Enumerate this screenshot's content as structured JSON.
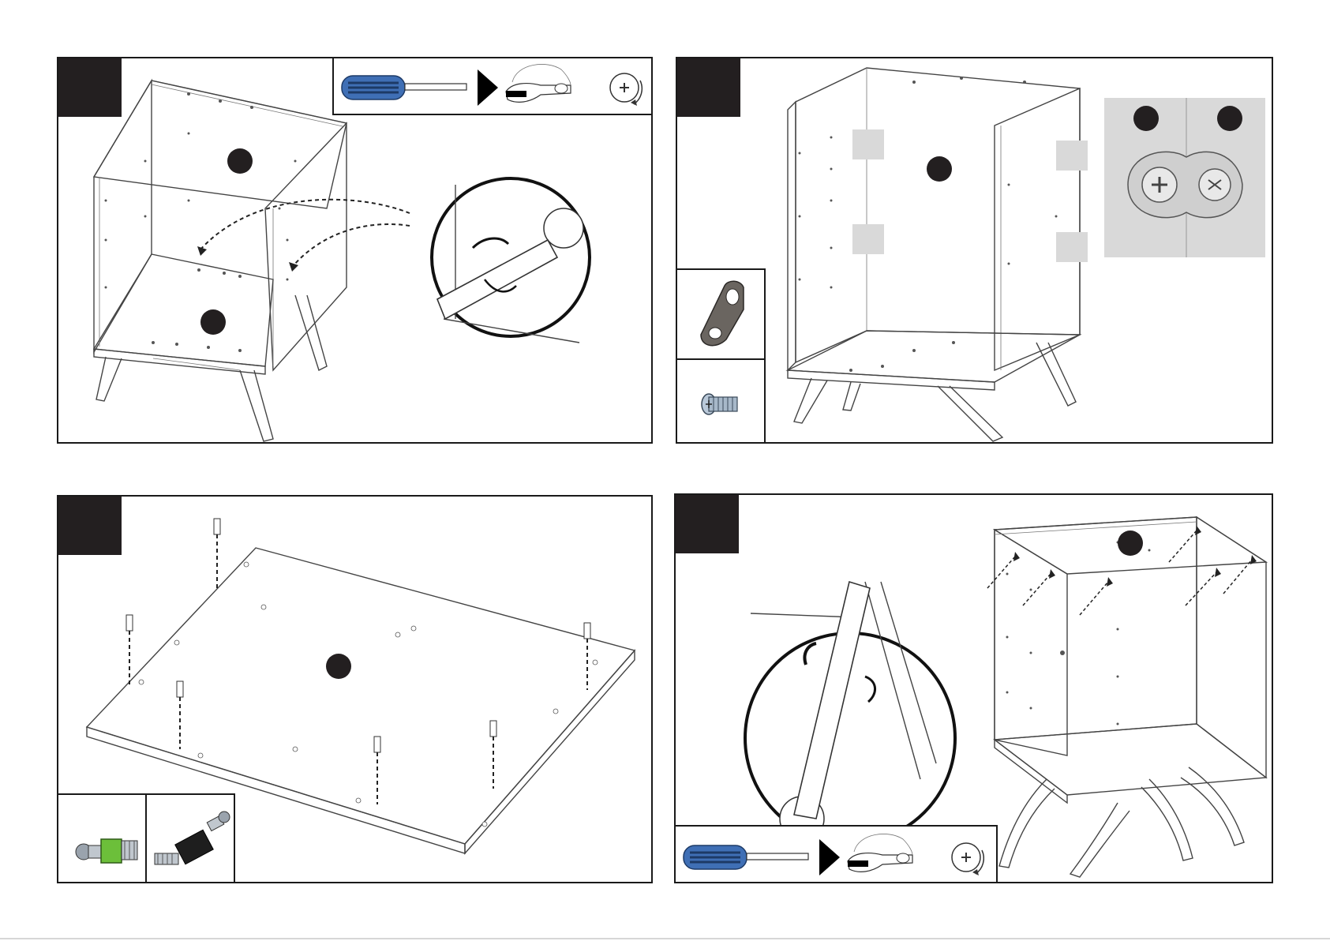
{
  "page": {
    "background": "#ffffff"
  },
  "colors": {
    "ink": "#231f20",
    "border": "#1a1a1a",
    "screwdriver_handle": "#3f6fb5",
    "highlight_box": "#d9d9d9",
    "cam_bolt_green": "#6cbf3a",
    "bracket_metal": "#5a5550"
  },
  "panels": [
    {
      "id": "step-panel-1",
      "step_number": "",
      "callouts": [
        "",
        ""
      ],
      "icons": [
        "screwdriver-icon",
        "play-arrow-icon",
        "hand-turning-icon",
        "clockwise-rotate-icon",
        "cam-lock-detail-icon"
      ]
    },
    {
      "id": "step-panel-2",
      "step_number": "",
      "callouts": [
        "",
        "",
        ""
      ],
      "icons": [
        "l-bracket-icon",
        "euro-screw-icon",
        "corner-bracket-detail-icon"
      ]
    },
    {
      "id": "step-panel-3",
      "step_number": "",
      "callouts": [
        ""
      ],
      "icons": [
        "cam-bolt-green-icon",
        "dowel-black-icon"
      ]
    },
    {
      "id": "step-panel-4",
      "step_number": "",
      "callouts": [
        ""
      ],
      "icons": [
        "cam-lock-detail-icon",
        "screwdriver-icon",
        "play-arrow-icon",
        "hand-turning-icon",
        "clockwise-rotate-icon"
      ]
    }
  ]
}
